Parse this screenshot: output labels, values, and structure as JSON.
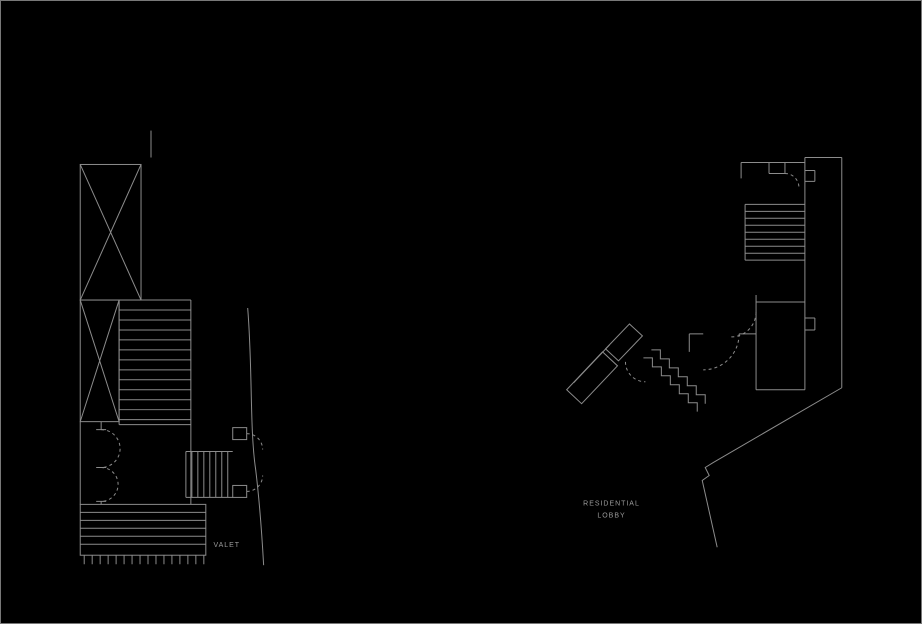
{
  "canvas": {
    "background_color": "#000000",
    "frame_border_color": "#787878",
    "line_color": "#8c8c8c",
    "label_color": "#9c9c9c"
  },
  "left_fragment": {
    "valet_label": "VALET"
  },
  "right_fragment": {
    "residential_label_line1": "RESIDENTIAL",
    "residential_label_line2": "LOBBY"
  }
}
